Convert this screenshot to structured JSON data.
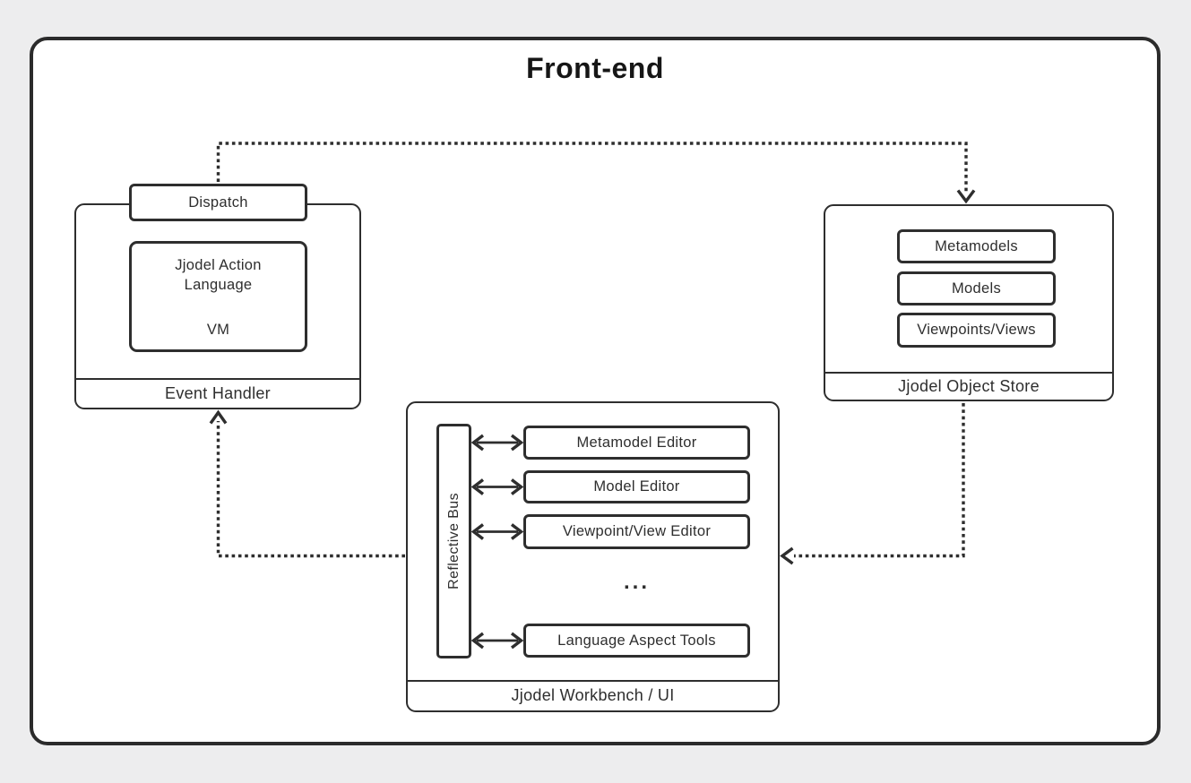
{
  "title": "Front-end",
  "colors": {
    "page_background": "#ededee",
    "surface": "#ffffff",
    "stroke": "#2e2e2e"
  },
  "event_handler": {
    "label": "Event Handler",
    "dispatch_label": "Dispatch",
    "vm_lines": [
      "Jjodel Action",
      "Language",
      "VM"
    ]
  },
  "object_store": {
    "label": "Jjodel Object Store",
    "items": [
      "Metamodels",
      "Models",
      "Viewpoints/Views"
    ]
  },
  "workbench": {
    "label": "Jjodel Workbench / UI",
    "bus_label": "Reflective Bus",
    "editors": [
      "Metamodel Editor",
      "Model Editor",
      "Viewpoint/View Editor",
      "Language Aspect Tools"
    ],
    "ellipsis": "..."
  }
}
